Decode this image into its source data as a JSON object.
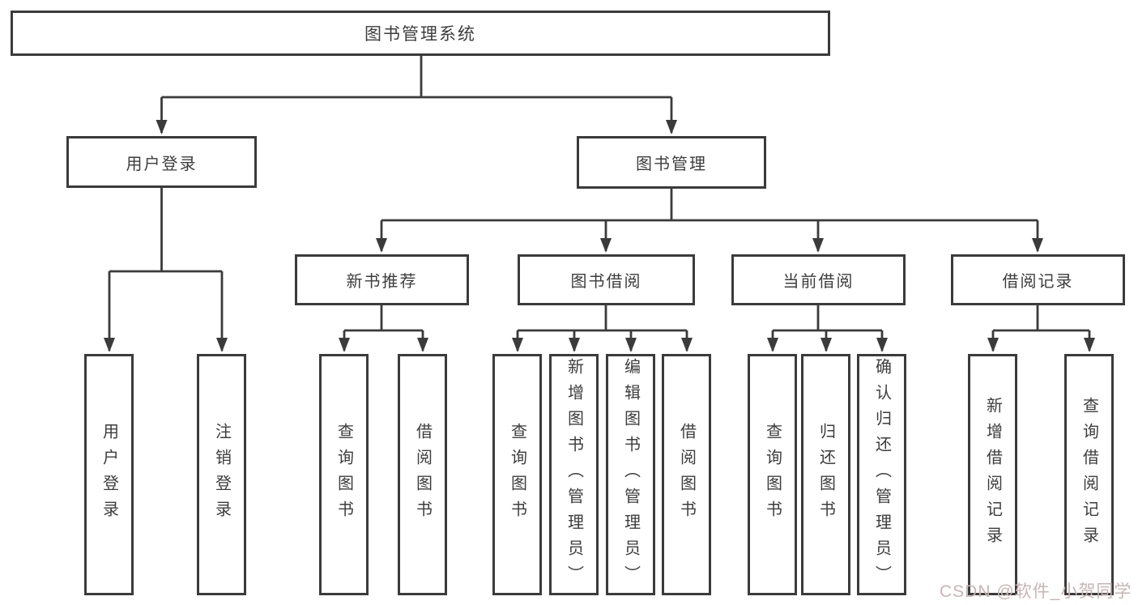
{
  "tree": {
    "root": {
      "label": "图书管理系统"
    },
    "children": [
      {
        "label": "用户登录",
        "children": [
          {
            "label": "用户登录"
          },
          {
            "label": "注销登录"
          }
        ]
      },
      {
        "label": "图书管理",
        "children": [
          {
            "label": "新书推荐",
            "children": [
              {
                "label": "查询图书"
              },
              {
                "label": "借阅图书"
              }
            ]
          },
          {
            "label": "图书借阅",
            "children": [
              {
                "label": "查询图书"
              },
              {
                "label": "新增图书（管理员）"
              },
              {
                "label": "编辑图书（管理员）"
              },
              {
                "label": "借阅图书"
              }
            ]
          },
          {
            "label": "当前借阅",
            "children": [
              {
                "label": "查询图书"
              },
              {
                "label": "归还图书"
              },
              {
                "label": "确认归还（管理员）"
              }
            ]
          },
          {
            "label": "借阅记录",
            "children": [
              {
                "label": "新增借阅记录"
              },
              {
                "label": "查询借阅记录"
              }
            ]
          }
        ]
      }
    ]
  },
  "watermark": {
    "text": "CSDN @软件_小贺同学"
  },
  "colors": {
    "line": "#3b3b3b",
    "box_border": "#3b3b3b",
    "text": "#3d3d3d",
    "background": "#ffffff",
    "watermark": "#c9b4b4"
  }
}
